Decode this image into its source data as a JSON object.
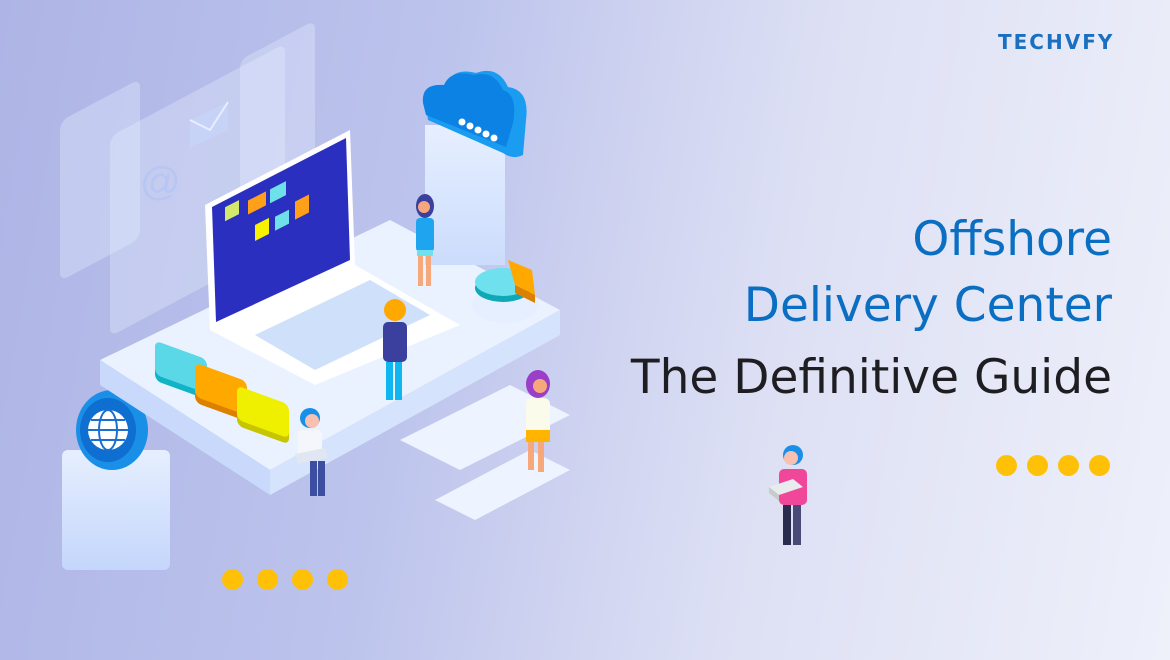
{
  "brand": {
    "logo_text": "TECHVFY",
    "color": "#1a6fc0"
  },
  "headline": {
    "line1": "Offshore",
    "line2": "Delivery Center",
    "line3": "The Definitive Guide",
    "accent_color": "#0a6fc2",
    "text_color": "#1d1d22"
  },
  "illustration": {
    "icons": [
      "cloud-icon",
      "globe-icon",
      "pie-chart-icon",
      "email-icon",
      "at-sign-icon",
      "laptop-icon"
    ],
    "people": [
      "woman-standing",
      "man-at-laptop",
      "man-with-laptop-sitting",
      "woman-walking",
      "man-carrying-box"
    ],
    "blocks": [
      "cyan-block",
      "orange-block",
      "yellow-block"
    ]
  },
  "decorations": {
    "dot_color": "#ffc107",
    "dot_groups": 2,
    "dots_per_group": 4
  }
}
